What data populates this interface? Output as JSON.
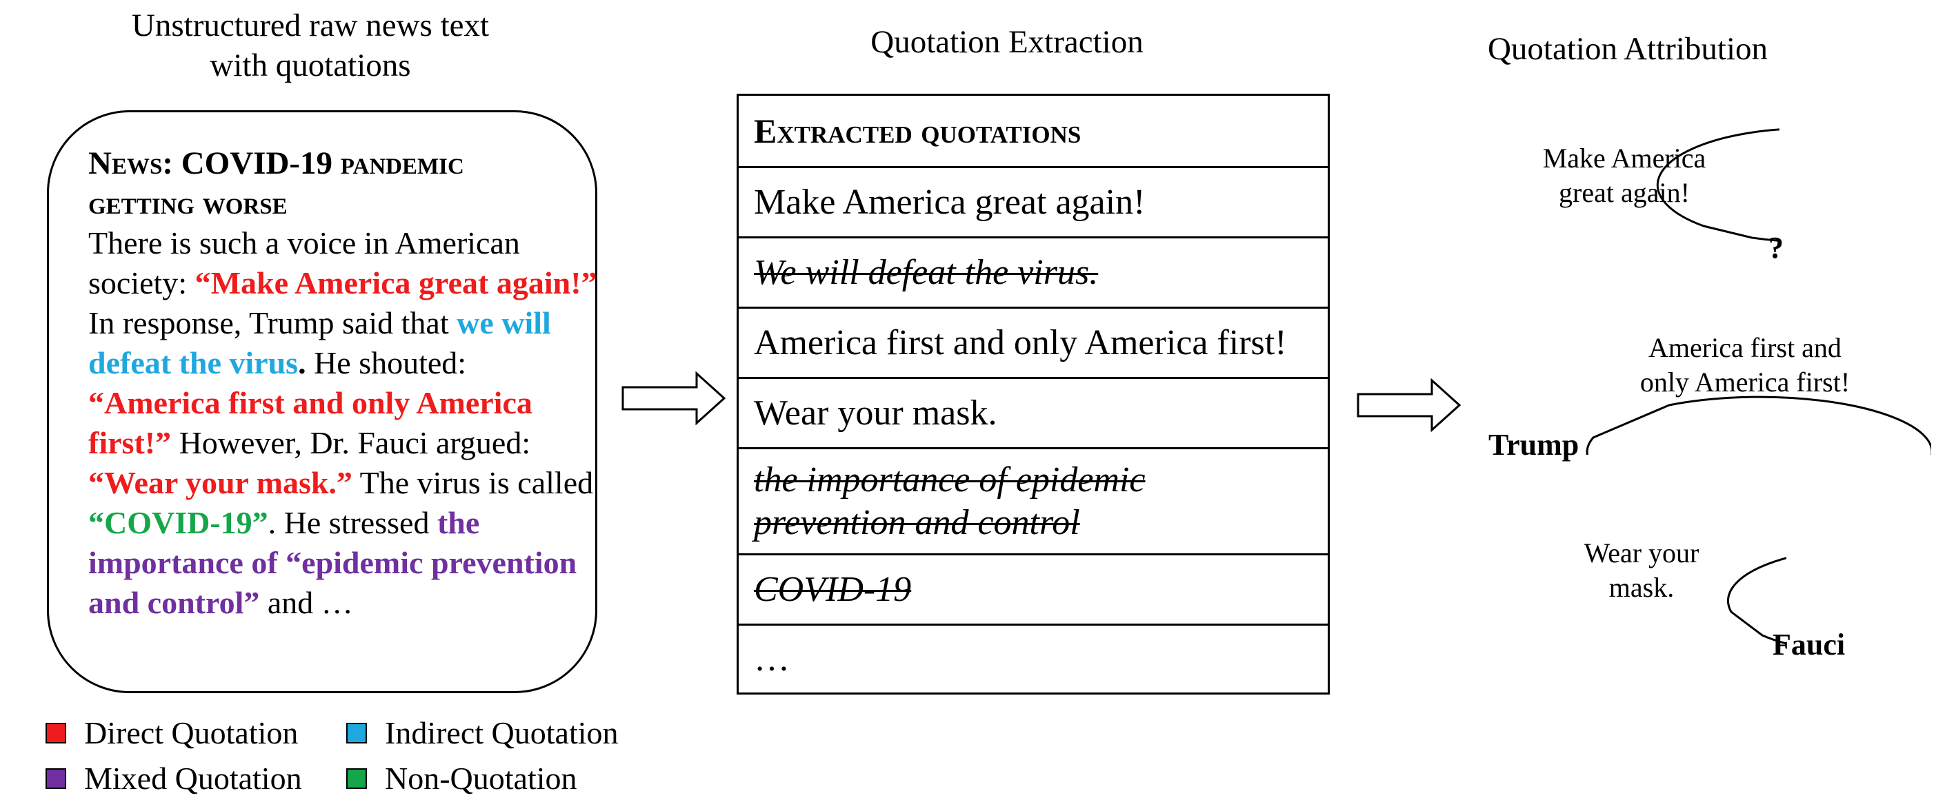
{
  "headings": {
    "left_line1": "Unstructured raw news text",
    "left_line2": "with quotations",
    "middle": "Quotation Extraction",
    "right": "Quotation Attribution"
  },
  "news": {
    "title_line1": "News: COVID-19 pandemic",
    "title_line2": "getting worse",
    "segments": {
      "s1": "There is such a voice in American society: ",
      "q1": "“Make America great again!”",
      "s2": "  In response, Trump said that ",
      "q2": "we will defeat the virus",
      "s2b": ".",
      "s3": " He shouted: ",
      "q3": "“America first and only America first!”",
      "s4": " However, Dr. Fauci argued: ",
      "q4": "“Wear your mask.”",
      "s5": " The virus is called ",
      "q5": "“COVID-19”",
      "s6": ". He stressed ",
      "q6": "the importance of “epidemic prevention and control”",
      "s7": " and …"
    }
  },
  "legend": {
    "direct": "Direct Quotation",
    "indirect": "Indirect Quotation",
    "mixed": "Mixed Quotation",
    "non": "Non-Quotation"
  },
  "colors": {
    "direct": "#ee1c1c",
    "indirect": "#1fa8e0",
    "mixed": "#7030a0",
    "non": "#16a64a"
  },
  "table": {
    "title": "Extracted quotations",
    "rows": [
      "Make America great again!",
      "We will defeat the virus.",
      "America first and only America first!",
      "Wear your mask.",
      "the importance of epidemic",
      "prevention and control",
      "COVID-19",
      "…"
    ]
  },
  "attribution": {
    "bubble1_line1": "Make America",
    "bubble1_line2": "great again!",
    "speaker1": "?",
    "bubble2_line1": "America first and",
    "bubble2_line2": "only America first!",
    "speaker2": "Trump",
    "bubble3_line1": "Wear your",
    "bubble3_line2": "mask.",
    "speaker3": "Fauci"
  }
}
